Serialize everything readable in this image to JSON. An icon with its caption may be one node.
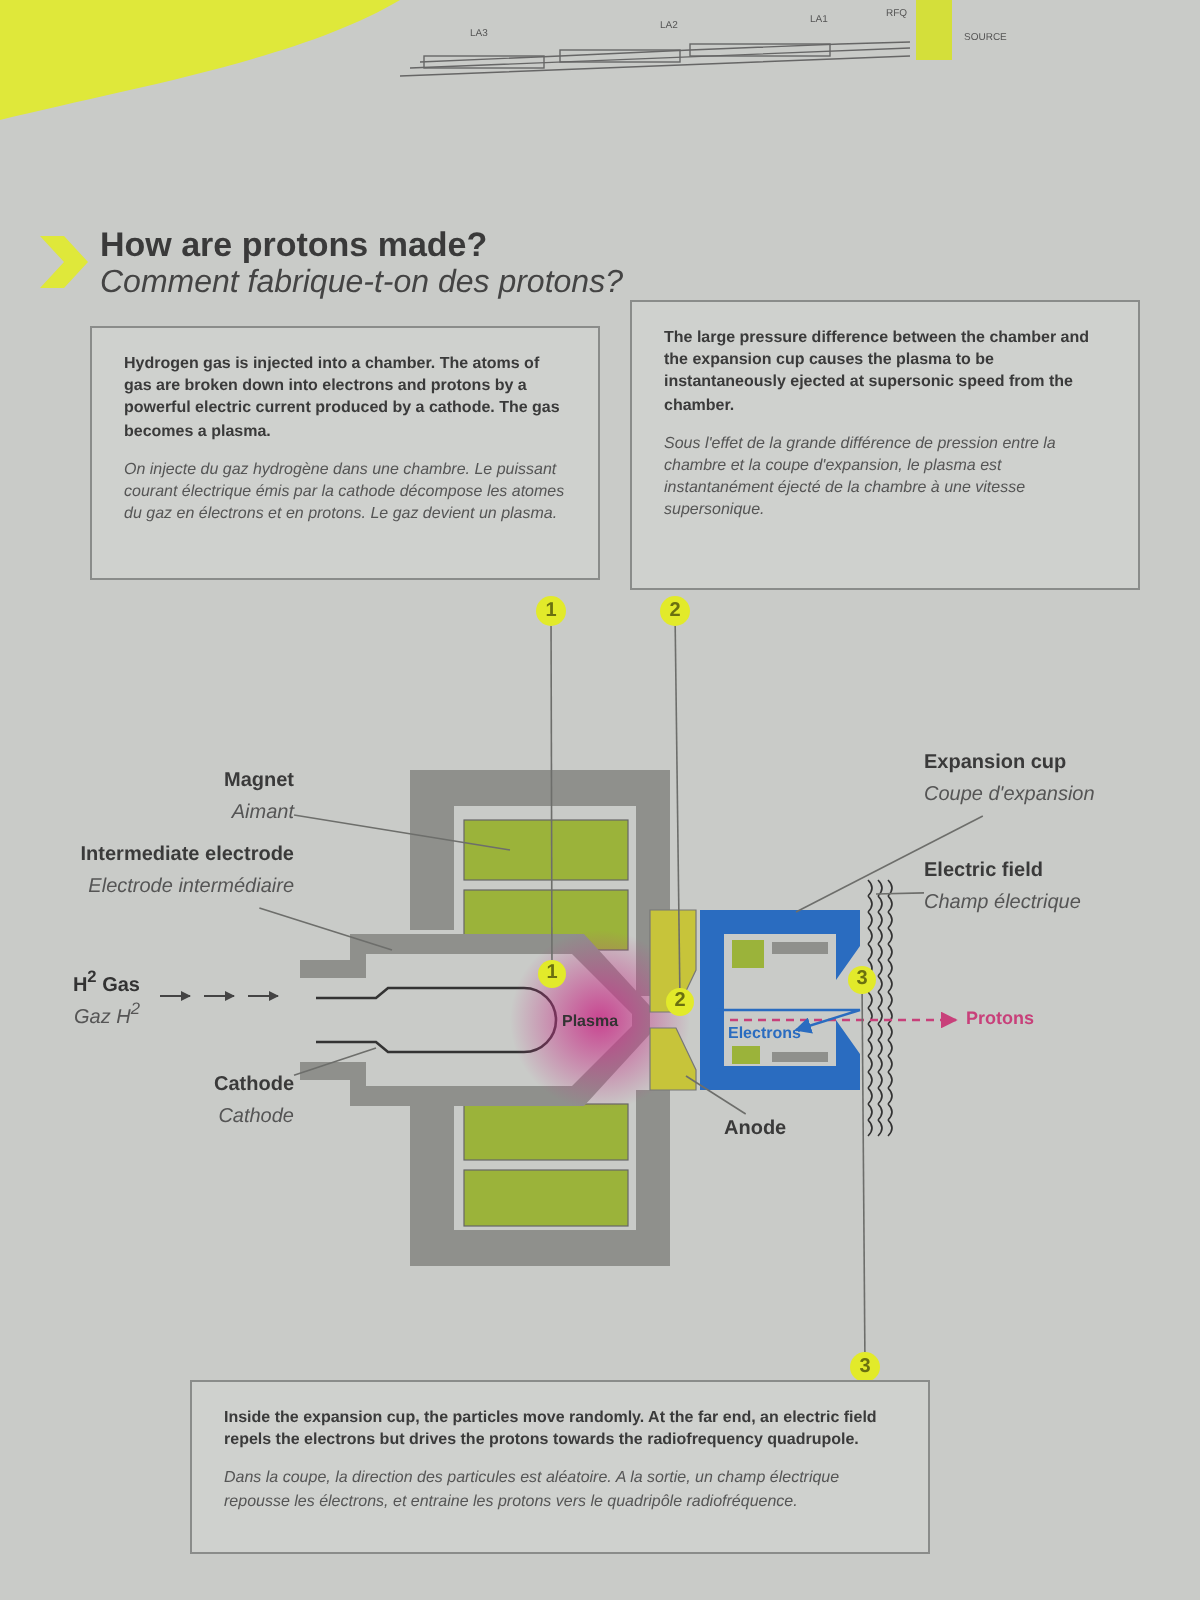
{
  "diagram": {
    "title": "How are protons made?",
    "nodes": [
      {
        "text": [
          "Hydrogen gas is injected into a chamber. The atoms of gas are broken down into electrons and protons by a powerful electric current produced by a cathode. The gas becomes a plasma.",
          "On injecte du gaz hydrogène dans une chambre. Le puissant courant électrique émis par la cathode décompose les atomes du gaz en électrons et en protons. Le gaz devient un plasma."
        ]
      },
      {
        "text": [
          "The large pressure difference between the chamber and the expansion cup causes the plasma to be instantaneously ejected at supersonic speed from the chamber.",
          "Sous l'effet de la grande différence de pression entre la chambre et la coupe d'expansion, le plasma est instantanément éjecté de la chambre à une vitesse supersonique."
        ]
      },
      {
        "text": [
          "1"
        ]
      },
      {
        "text": [
          "2"
        ]
      },
      {
        "text": [
          "Magnet",
          "Aimant"
        ]
      },
      {
        "text": [],
        "shape": "box"
      },
      {
        "text": [
          "Intermediate electrode",
          "Electrode intermédiaire"
        ]
      },
      {
        "text": [],
        "shape": "box"
      },
      {
        "text": [
          "Expansion cup",
          "Coupe d'expansion"
        ]
      },
      {
        "text": [],
        "shape": "box"
      },
      {
        "text": [
          "Electric field",
          "Champ électrique"
        ]
      },
      {
        "text": [],
        "shape": "picture"
      },
      {
        "text": [
          "1"
        ]
      },
      {
        "text": [
          "2"
        ]
      },
      {
        "text": [
          "3"
        ]
      },
      {
        "text": [
          "Cathode",
          "Cathode"
        ]
      },
      {
        "text": [],
        "shape": "picture",
        "in": 7
      },
      {
        "text": [
          "Anode"
        ]
      },
      {
        "text": [],
        "shape": "box"
      },
      {
        "text": [
          "3"
        ]
      },
      {
        "text": [
          "Inside the expansion cup, the particles move randomly. At the far end, an electric field repels the electrons but drives the protons towards the radiofrequency quadrupole.",
          "Dans la coupe, la direction des particules est aléatoire. A la sortie, un champ électrique repousse les électrons, et entraine les protons vers le quadripôle radiofréquence."
        ]
      }
    ],
    "edges": [
      {
        "from": 2,
        "to": 12,
        "arrow": "none"
      },
      {
        "from": 3,
        "to": 13,
        "arrow": "none"
      },
      {
        "from": 4,
        "to": 5,
        "arrow": "none"
      },
      {
        "from": 6,
        "to": 7,
        "arrow": "none"
      },
      {
        "from": 8,
        "to": 9,
        "arrow": "none"
      },
      {
        "from": 10,
        "to": 11,
        "arrow": "none"
      },
      {
        "from": 15,
        "to": 16,
        "arrow": "none"
      },
      {
        "from": 17,
        "to": 18,
        "arrow": "none"
      },
      {
        "from": 14,
        "to": 19,
        "arrow": "none"
      }
    ],
    "labels": [
      "LA3",
      "LA2",
      "LA1",
      "RFQ",
      "SOURCE",
      "Comment fabrique-t-on des protons?",
      "H$^{2}$ Gas",
      "Gaz H$^{2}$",
      "Plasma",
      "Electrons",
      "Protons"
    ]
  }
}
